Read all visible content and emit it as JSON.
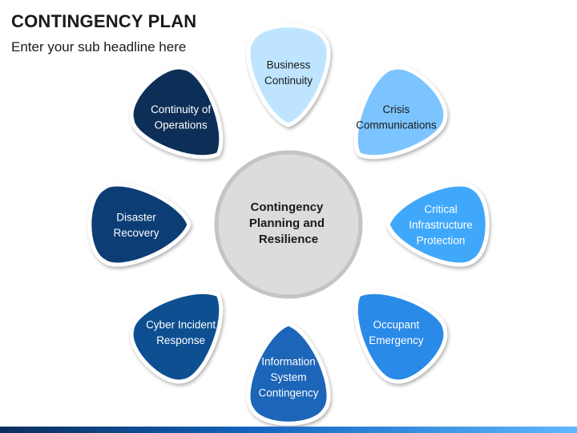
{
  "header": {
    "title": "CONTINGENCY PLAN",
    "subtitle": "Enter your sub headline here"
  },
  "diagram": {
    "center": {
      "lines": [
        "Contingency",
        "Planning and",
        "Resilience"
      ]
    },
    "petals": [
      {
        "lines": [
          "Business",
          "Continuity"
        ],
        "fill": "#bfe4ff",
        "text_color": "#1a1a1a"
      },
      {
        "lines": [
          "Crisis",
          "Communications"
        ],
        "fill": "#7cc4ff",
        "text_color": "#1a1a1a"
      },
      {
        "lines": [
          "Critical",
          "Infrastructure",
          "Protection"
        ],
        "fill": "#3fa8fb",
        "text_color": "#ffffff"
      },
      {
        "lines": [
          "Occupant",
          "Emergency"
        ],
        "fill": "#2a8ae8",
        "text_color": "#ffffff"
      },
      {
        "lines": [
          "Information",
          "System",
          "Contingency"
        ],
        "fill": "#1a65b8",
        "text_color": "#ffffff"
      },
      {
        "lines": [
          "Cyber Incident",
          "Response"
        ],
        "fill": "#0f4f91",
        "text_color": "#ffffff"
      },
      {
        "lines": [
          "Disaster",
          "Recovery"
        ],
        "fill": "#0b3c74",
        "text_color": "#ffffff"
      },
      {
        "lines": [
          "Continuity of",
          "Operations"
        ],
        "fill": "#0a2d57",
        "text_color": "#ffffff"
      }
    ],
    "colors": {
      "center_fill": "#dcdcdc",
      "center_stroke": "#c4c4c4"
    }
  }
}
